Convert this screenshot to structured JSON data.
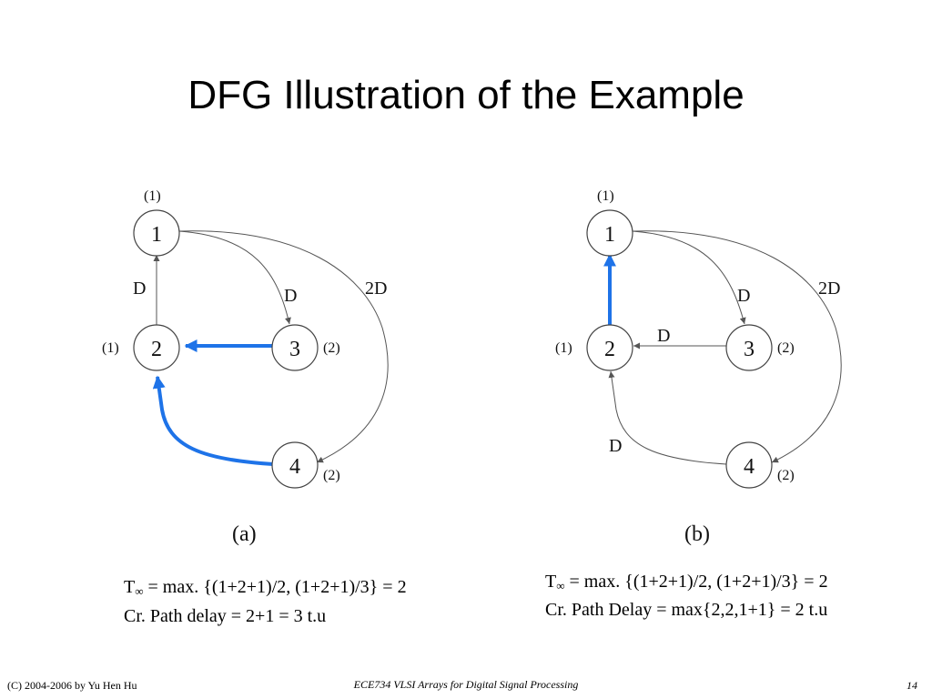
{
  "slide": {
    "title": "DFG Illustration of the Example"
  },
  "diagram_a": {
    "caption": "(a)",
    "nodes": [
      {
        "label": "1",
        "exec_time": "(1)"
      },
      {
        "label": "2",
        "exec_time": "(1)"
      },
      {
        "label": "3",
        "exec_time": "(2)"
      },
      {
        "label": "4",
        "exec_time": "(2)"
      }
    ],
    "delays": {
      "edge_2_1": "D",
      "edge_1_3": "D",
      "edge_1_4": "2D"
    },
    "highlighted_path": [
      "4",
      "2",
      "3"
    ],
    "highlight_color": "#1e73e8"
  },
  "diagram_b": {
    "caption": "(b)",
    "nodes": [
      {
        "label": "1",
        "exec_time": "(1)"
      },
      {
        "label": "2",
        "exec_time": "(1)"
      },
      {
        "label": "3",
        "exec_time": "(2)"
      },
      {
        "label": "4",
        "exec_time": "(2)"
      }
    ],
    "delays": {
      "edge_1_3": "D",
      "edge_1_4": "2D",
      "edge_3_2": "D",
      "edge_4_2": "D"
    },
    "highlighted_path": [
      "2",
      "1"
    ],
    "highlight_color": "#1e73e8"
  },
  "formulas": {
    "a": {
      "line1_prefix": "T",
      "line1_sub": "∞",
      "line1_rest": " = max. {(1+2+1)/2, (1+2+1)/3} = 2",
      "line2": "Cr. Path delay = 2+1 = 3 t.u"
    },
    "b": {
      "line1_prefix": "T",
      "line1_sub": "∞",
      "line1_rest": " = max. {(1+2+1)/2, (1+2+1)/3} = 2",
      "line2": "Cr. Path Delay = max{2,2,1+1} = 2 t.u"
    }
  },
  "footer": {
    "left": "(C) 2004-2006 by Yu Hen Hu",
    "center": "ECE734 VLSI Arrays for Digital Signal Processing",
    "page": "14"
  }
}
